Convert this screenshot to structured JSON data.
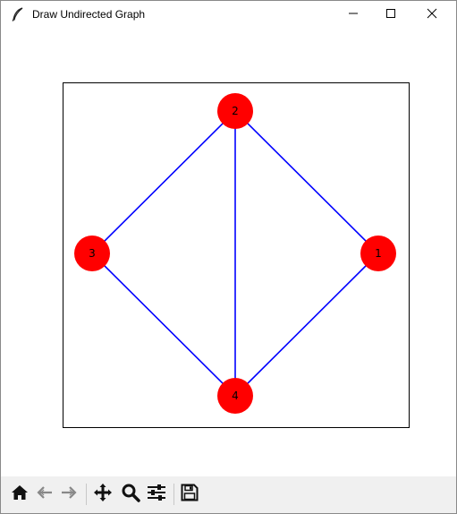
{
  "window": {
    "title": "Draw Undirected Graph"
  },
  "titlebar_icons": {
    "app": "feather-icon",
    "minimize": "minimize-icon",
    "maximize": "maximize-icon",
    "close": "close-icon"
  },
  "graph": {
    "node_color": "#ff0000",
    "edge_color": "#0000ff",
    "nodes": [
      {
        "id": "1",
        "label": "1"
      },
      {
        "id": "2",
        "label": "2"
      },
      {
        "id": "3",
        "label": "3"
      },
      {
        "id": "4",
        "label": "4"
      }
    ],
    "edges": [
      {
        "from": "2",
        "to": "1"
      },
      {
        "from": "2",
        "to": "3"
      },
      {
        "from": "2",
        "to": "4"
      },
      {
        "from": "3",
        "to": "4"
      },
      {
        "from": "1",
        "to": "4"
      }
    ]
  },
  "toolbar": {
    "buttons": [
      {
        "name": "home-button",
        "icon": "home-icon"
      },
      {
        "name": "back-button",
        "icon": "arrow-left-icon"
      },
      {
        "name": "forward-button",
        "icon": "arrow-right-icon"
      },
      {
        "name": "pan-button",
        "icon": "move-icon"
      },
      {
        "name": "zoom-button",
        "icon": "magnifier-icon"
      },
      {
        "name": "configure-subplots-button",
        "icon": "sliders-icon"
      },
      {
        "name": "save-button",
        "icon": "floppy-disk-icon"
      }
    ]
  }
}
